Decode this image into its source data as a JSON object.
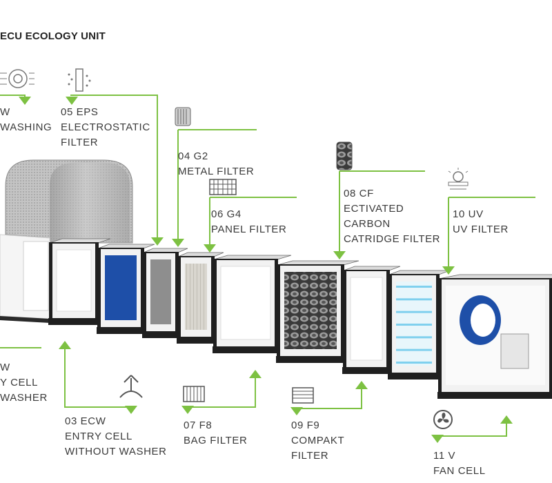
{
  "title": "ECU ECOLOGY UNIT",
  "colors": {
    "accent": "#7dc142",
    "frame": "#1f1f1f",
    "panel": "#f2f2f2",
    "blue": "#1e4fa8",
    "uv": "#7fd0ee",
    "duct": "#b8b8b8"
  },
  "components": [
    {
      "id": "washing",
      "lines": [
        "W",
        "WASHING"
      ],
      "icon": "washer-icon"
    },
    {
      "id": "eps",
      "lines": [
        "05 EPS",
        "ELECTROSTATIC",
        "FILTER"
      ],
      "icon": "electrostatic-filter-icon"
    },
    {
      "id": "g2",
      "lines": [
        "04 G2",
        "METAL FILTER"
      ],
      "icon": "metal-filter-icon"
    },
    {
      "id": "g4",
      "lines": [
        "06 G4",
        "PANEL FILTER"
      ],
      "icon": "panel-filter-icon"
    },
    {
      "id": "cf",
      "lines": [
        "08 CF",
        "ECTIVATED",
        "CARBON",
        "CATRIDGE FILTER"
      ],
      "icon": "carbon-cartridge-icon"
    },
    {
      "id": "uv",
      "lines": [
        "10 UV",
        "UV FILTER"
      ],
      "icon": "uv-lamp-icon"
    },
    {
      "id": "entry-washer",
      "lines": [
        "W",
        "Y CELL",
        "WASHER"
      ],
      "icon": ""
    },
    {
      "id": "ecw",
      "lines": [
        "03 ECW",
        "ENTRY CELL",
        "WITHOUT WASHER"
      ],
      "icon": "airflow-icon"
    },
    {
      "id": "f8",
      "lines": [
        "07 F8",
        "BAG FILTER"
      ],
      "icon": "bag-filter-icon"
    },
    {
      "id": "f9",
      "lines": [
        "09 F9",
        "COMPAKT",
        "FILTER"
      ],
      "icon": "compact-filter-icon"
    },
    {
      "id": "fan",
      "lines": [
        "11 V",
        "FAN CELL"
      ],
      "icon": "fan-icon"
    }
  ]
}
